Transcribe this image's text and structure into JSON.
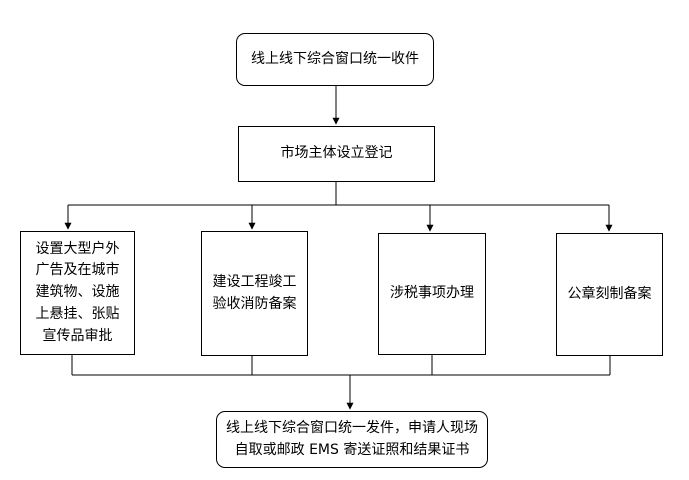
{
  "nodes": {
    "receive": "线上线下综合窗口统一收件",
    "register": "市场主体设立登记",
    "branch1": [
      "设置大型户外",
      "广告及在城市",
      "建筑物、设施",
      "上悬挂、张贴",
      "宣传品审批"
    ],
    "branch2": [
      "建设工程竣工",
      "验收消防备案"
    ],
    "branch3": "涉税事项办理",
    "branch4": "公章刻制备案",
    "deliver": [
      "线上线下综合窗口统一发件，申请人现场",
      "自取或邮政 EMS 寄送证照和结果证书"
    ]
  },
  "colors": {
    "line": "#000000",
    "box_border": "#000000",
    "background": "#ffffff"
  }
}
